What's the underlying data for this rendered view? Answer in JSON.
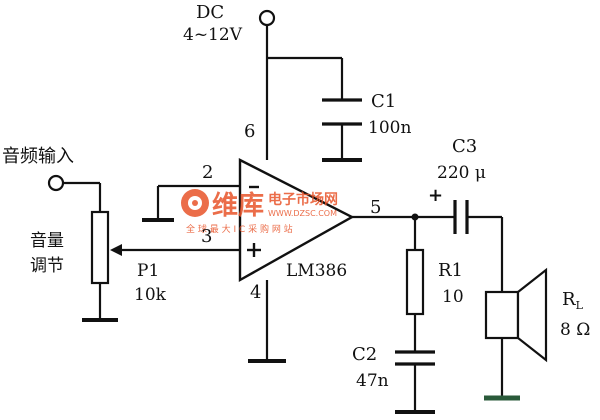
{
  "power": {
    "label": "DC",
    "voltage": "4~12V"
  },
  "input": {
    "label": "音频输入"
  },
  "volume": {
    "label_line1": "音量",
    "label_line2": "调节",
    "name": "P1",
    "value": "10k"
  },
  "amplifier": {
    "name": "LM386",
    "pin2": "2",
    "pin3": "3",
    "pin4": "4",
    "pin5": "5",
    "pin6": "6",
    "minus": "−",
    "plus": "+"
  },
  "c1": {
    "name": "C1",
    "value": "100n"
  },
  "c2": {
    "name": "C2",
    "value": "47n"
  },
  "c3": {
    "name": "C3",
    "value": "220 μ",
    "polarity": "+"
  },
  "r1": {
    "name": "R1",
    "value": "10"
  },
  "speaker": {
    "name": "R",
    "name_sub": "L",
    "value": "8 Ω"
  },
  "watermark": {
    "brand": "维库",
    "title": "电子市场网",
    "url": "WWW.DZSC.COM",
    "tagline": "全 球 最 大 I C 采 购 网 站"
  },
  "colors": {
    "ink": "#111111",
    "ground_bar": "#2a5a3a",
    "watermark": "#e8542a"
  }
}
